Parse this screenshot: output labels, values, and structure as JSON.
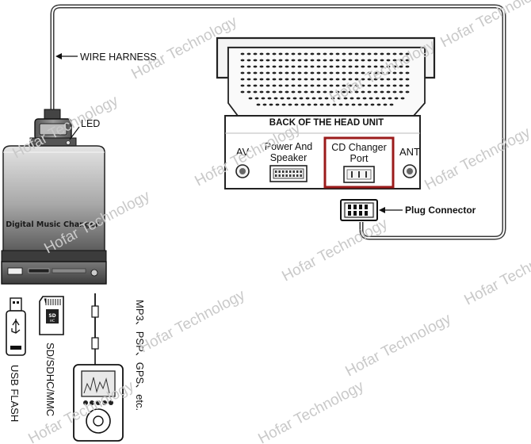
{
  "labels": {
    "wire_harness": "WIRE HARNESS",
    "led": "LED",
    "head_unit_title": "BACK OF THE HEAD UNIT",
    "av": "AV",
    "power_line1": "Power And",
    "power_line2": "Speaker",
    "cd_line1": "CD Changer",
    "cd_line2": "Port",
    "ant": "ANT",
    "plug_connector": "Plug Connector",
    "device_name": "Digital Music Changer",
    "usb_flash": "USB FLASH",
    "sd_cards": "SD/SDHC/MMC",
    "media_sources": "MP3、PSP、GPS、etc."
  },
  "watermark": "Hofar Technology",
  "colors": {
    "highlight": "#9b1b1b",
    "device_top": "#d6d6d6",
    "device_bottom": "#6a6a6a",
    "line": "#333333"
  }
}
